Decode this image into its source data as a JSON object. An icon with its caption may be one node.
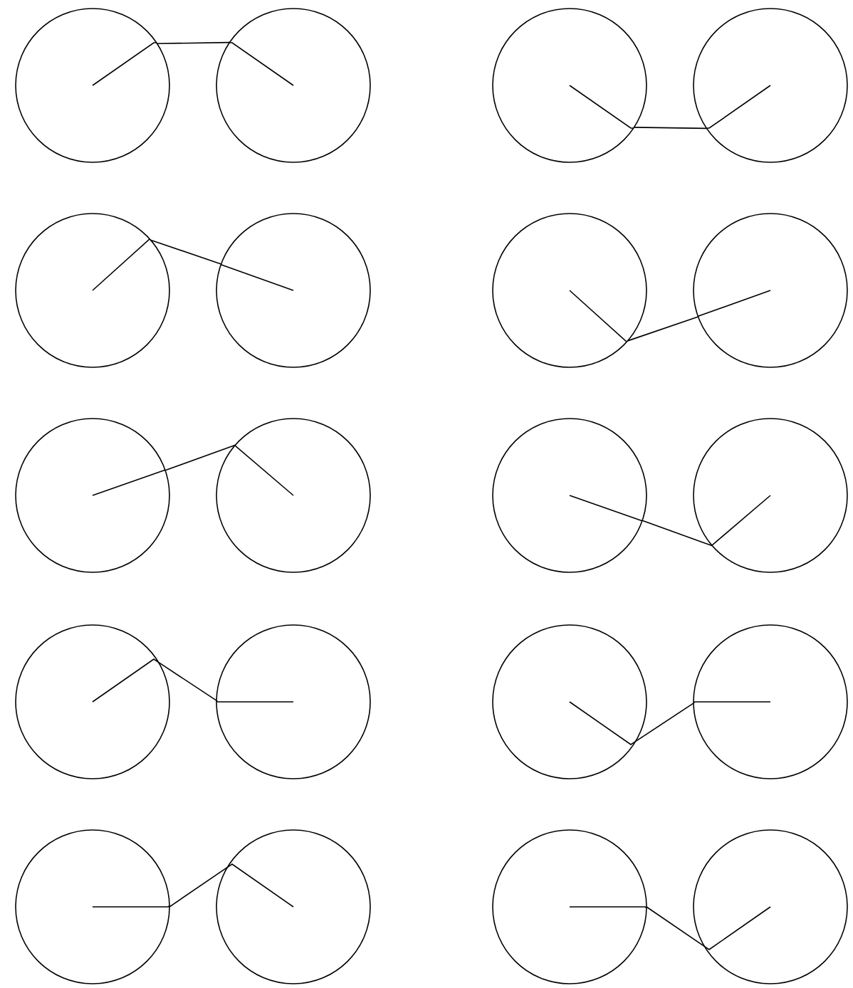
{
  "diagram": {
    "nodes": [
      {
        "text": [],
        "shape": "circle"
      },
      {
        "text": [],
        "shape": "circle"
      },
      {
        "text": [],
        "shape": "circle"
      },
      {
        "text": [],
        "shape": "circle"
      },
      {
        "text": [],
        "shape": "circle"
      },
      {
        "text": [],
        "shape": "circle"
      },
      {
        "text": [],
        "shape": "circle"
      },
      {
        "text": [],
        "shape": "circle"
      },
      {
        "text": [],
        "shape": "circle"
      },
      {
        "text": [],
        "shape": "circle"
      },
      {
        "text": [],
        "shape": "circle"
      },
      {
        "text": [],
        "shape": "circle"
      },
      {
        "text": [],
        "shape": "circle"
      },
      {
        "text": [],
        "shape": "circle"
      },
      {
        "text": [],
        "shape": "circle"
      },
      {
        "text": [],
        "shape": "circle"
      },
      {
        "text": [],
        "shape": "circle"
      },
      {
        "text": [],
        "shape": "circle"
      },
      {
        "text": [],
        "shape": "circle"
      },
      {
        "text": [],
        "shape": "circle"
      }
    ],
    "edges": [
      {
        "from": 0,
        "to": 1,
        "arrow": "none"
      },
      {
        "from": 2,
        "to": 3,
        "arrow": "none"
      },
      {
        "from": 4,
        "to": 5,
        "arrow": "none"
      },
      {
        "from": 6,
        "to": 7,
        "arrow": "none"
      },
      {
        "from": 8,
        "to": 9,
        "arrow": "none"
      },
      {
        "from": 10,
        "to": 11,
        "arrow": "none"
      },
      {
        "from": 12,
        "to": 13,
        "arrow": "none"
      },
      {
        "from": 14,
        "to": 15,
        "arrow": "none"
      },
      {
        "from": 16,
        "to": 17,
        "arrow": "none"
      },
      {
        "from": 18,
        "to": 19,
        "arrow": "none"
      }
    ]
  }
}
